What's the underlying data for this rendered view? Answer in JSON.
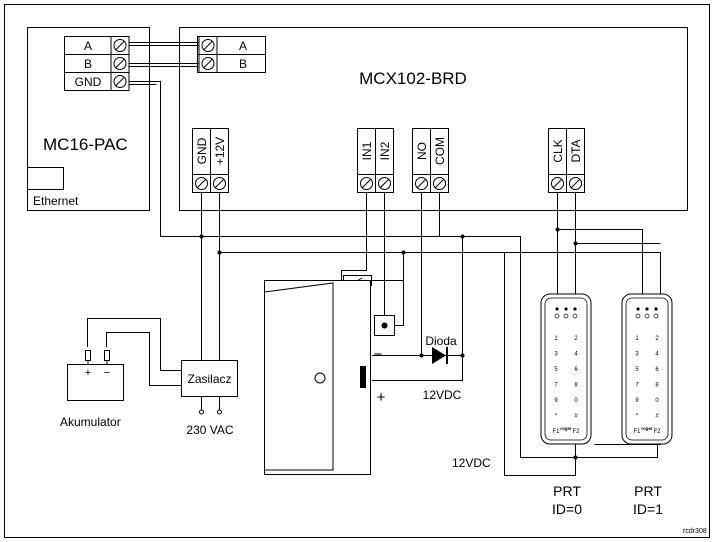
{
  "modules": {
    "mc16": {
      "title": "MC16-PAC",
      "ethernet": "Ethernet",
      "terminals": [
        "A",
        "B",
        "GND"
      ]
    },
    "mcx102": {
      "title": "MCX102-BRD",
      "bus_terminals": [
        "A",
        "B"
      ]
    }
  },
  "terminals": {
    "power_gnd": "GND",
    "power_12v": "+12V",
    "in1": "IN1",
    "in2": "IN2",
    "no": "NO",
    "com": "COM",
    "clk": "CLK",
    "dta": "DTA"
  },
  "power": {
    "psu": "Zasilacz",
    "mains": "230 VAC",
    "battery": "Akumulator",
    "battery_plus": "+",
    "battery_minus": "−"
  },
  "lock": {
    "diode": "Dioda",
    "voltage": "12VDC",
    "minus": "−",
    "plus": "+"
  },
  "readers": {
    "voltage": "12VDC",
    "keys": [
      "1",
      "2",
      "3",
      "4",
      "5",
      "6",
      "7",
      "8",
      "9",
      "0",
      "*",
      "#",
      "F1",
      "F2"
    ],
    "brand": "roger",
    "items": [
      {
        "type": "PRT",
        "id": "ID=0"
      },
      {
        "type": "PRT",
        "id": "ID=1"
      }
    ]
  },
  "watermark": "rcdr308"
}
